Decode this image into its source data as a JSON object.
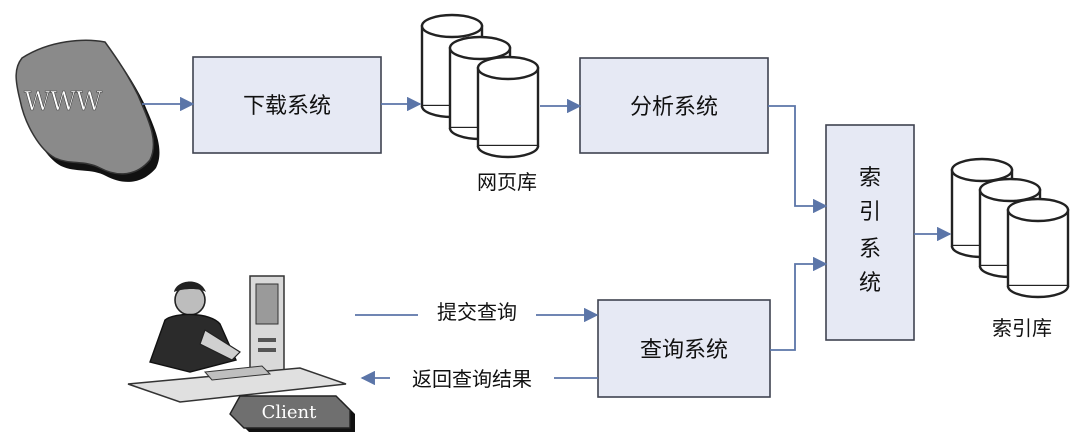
{
  "nodes": {
    "www": "WWW",
    "download": "下载系统",
    "webpage_db": "网页库",
    "analysis": "分析系统",
    "index_chars": [
      "索",
      "引",
      "系",
      "统"
    ],
    "index_db": "索引库",
    "query": "查询系统",
    "client": "Client"
  },
  "edges": {
    "submit_query": "提交查询",
    "return_results": "返回查询结果"
  },
  "colors": {
    "box_fill": "#e6e9f4",
    "box_stroke": "#3f4350",
    "arrow": "#5b75a8"
  }
}
